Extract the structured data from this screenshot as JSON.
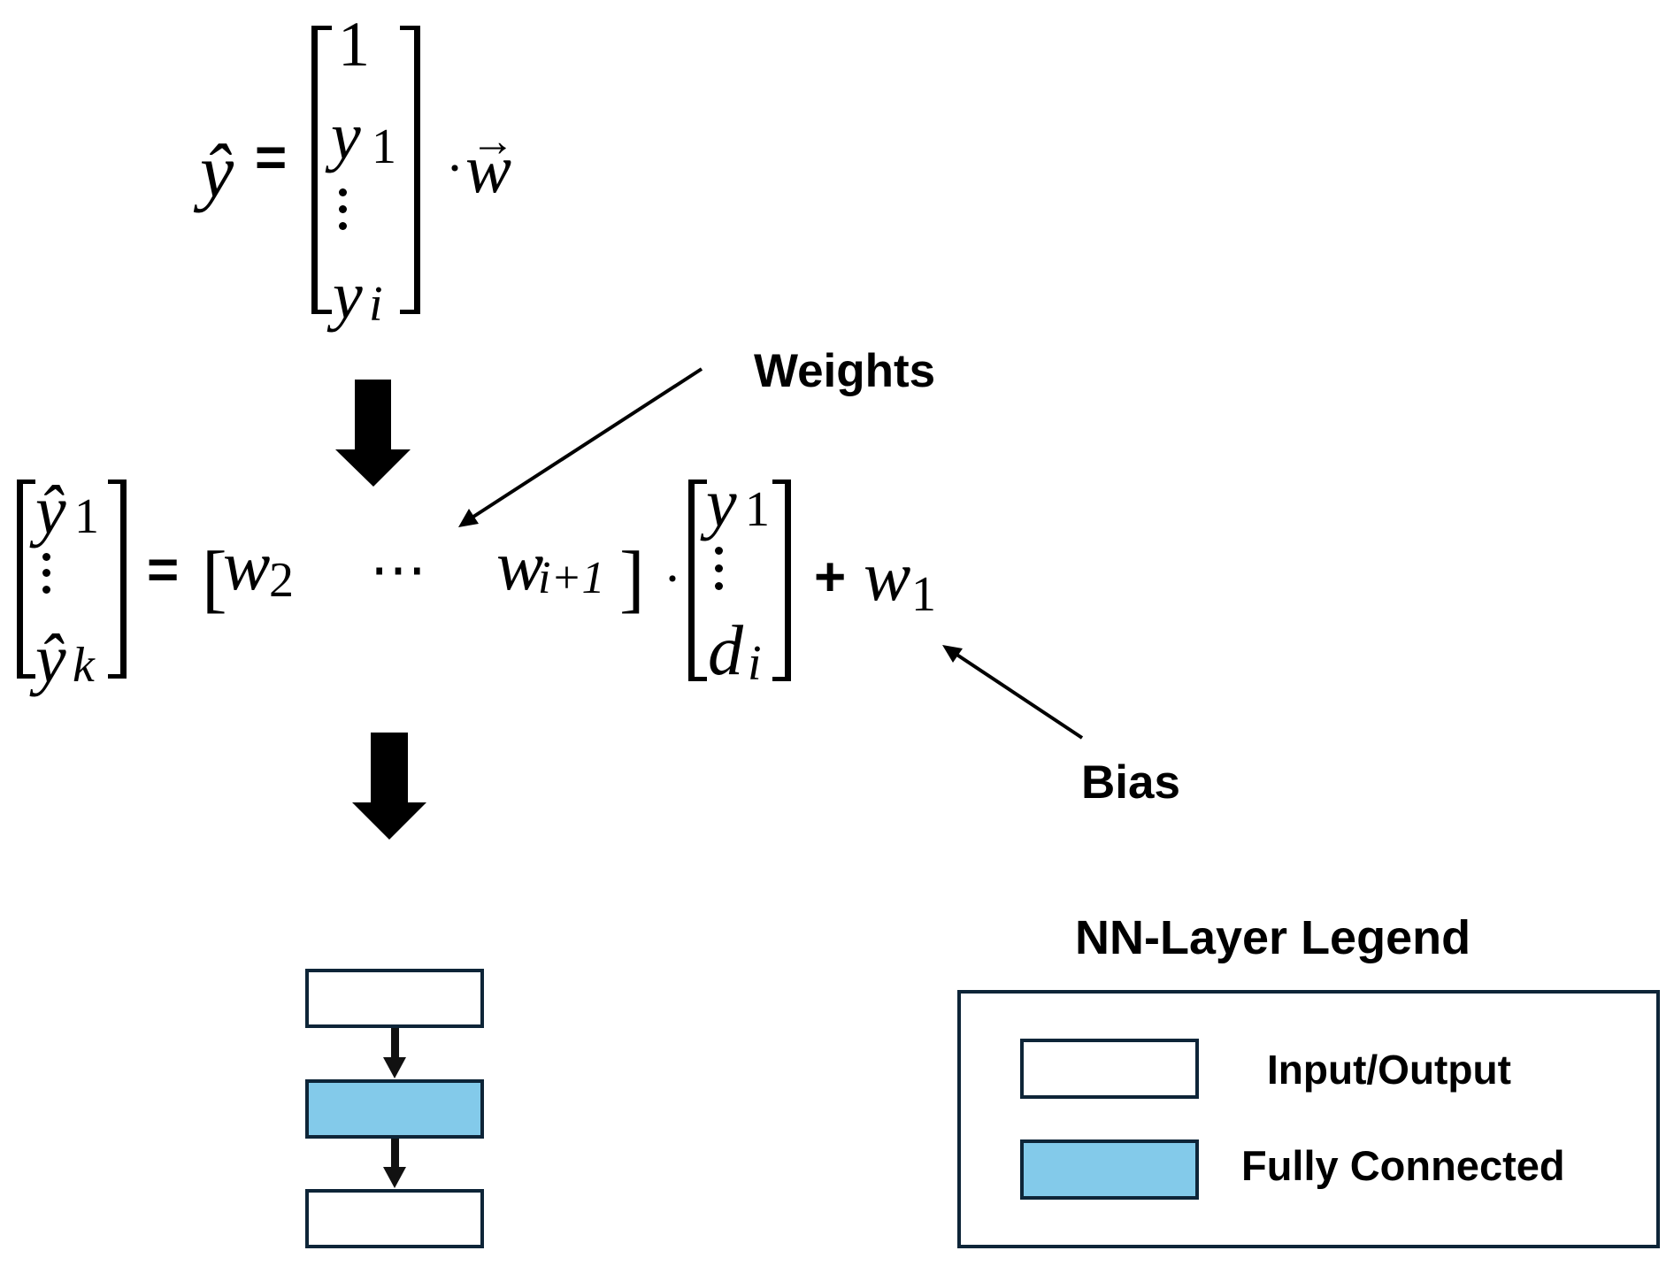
{
  "diagram": {
    "equation_top": {
      "lhs": "ŷ",
      "equals": "=",
      "vector_entries": [
        "1",
        "y",
        "1",
        "y",
        "i"
      ],
      "dot": "·",
      "rhs": "w",
      "rhs_accent": "→"
    },
    "equation_middle": {
      "lhs_entries": {
        "first": "ŷ",
        "first_sub": "1",
        "last": "ŷ",
        "last_sub": "k"
      },
      "equals": "=",
      "open_bracket": "[",
      "w_first": "w",
      "w_first_sub": "2",
      "ellipsis": "⋯",
      "w_last": "w",
      "w_last_sub": "i+1",
      "close_bracket": "]",
      "dot": "·",
      "input_entries": {
        "first": "y",
        "first_sub": "1",
        "last": "d",
        "last_sub": "i"
      },
      "plus": "+",
      "bias": "w",
      "bias_sub": "1"
    },
    "annotations": {
      "weights_label": "Weights",
      "bias_label": "Bias"
    },
    "network": {
      "layers": [
        {
          "type": "Input/Output"
        },
        {
          "type": "Fully Connected"
        },
        {
          "type": "Input/Output"
        }
      ]
    },
    "legend": {
      "title": "NN-Layer Legend",
      "items": [
        {
          "label": "Input/Output",
          "color": "#ffffff"
        },
        {
          "label": "Fully Connected",
          "color": "#83caea"
        }
      ]
    },
    "colors": {
      "box_border": "#0e2538",
      "fully_connected_fill": "#83caea",
      "io_fill": "#ffffff"
    }
  }
}
